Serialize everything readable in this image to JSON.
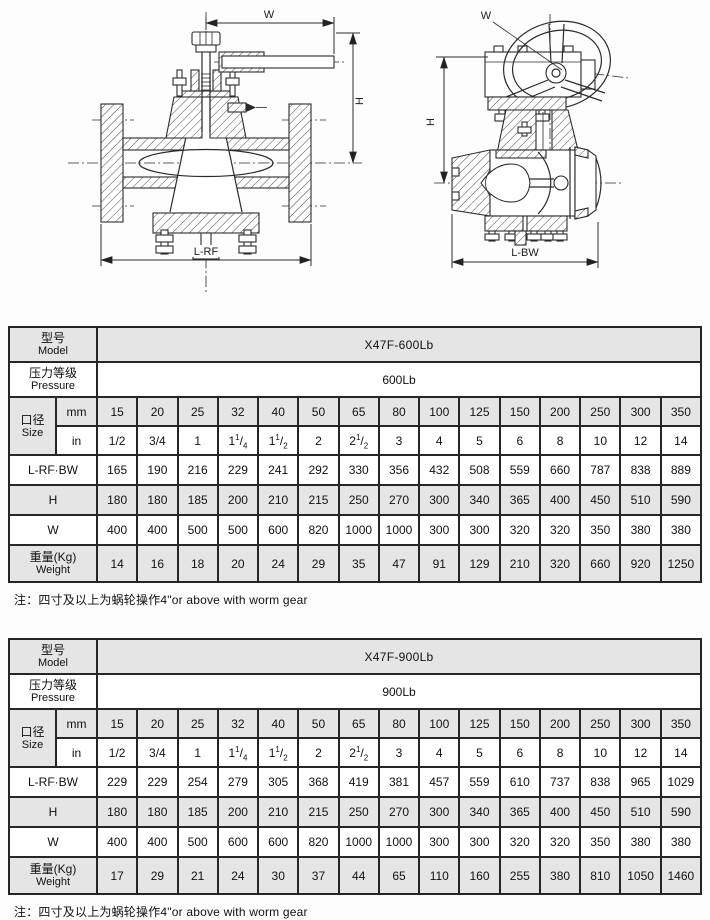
{
  "drawings": {
    "left": {
      "w_label": "W",
      "h_label": "H",
      "length_label": "L-RF"
    },
    "right": {
      "w_label": "W",
      "h_label": "H",
      "length_label": "L-BW"
    }
  },
  "labels": {
    "model_cn": "型号",
    "model_en": "Model",
    "pressure_cn": "压力等级",
    "pressure_en": "Pressure",
    "size_cn": "口径",
    "size_en": "Size",
    "unit_mm": "mm",
    "unit_in": "in",
    "row_length": "L-RF·BW",
    "row_h": "H",
    "row_w": "W",
    "weight_cn": "重量(Kg)",
    "weight_en": "Weight"
  },
  "sizes_mm": [
    "15",
    "20",
    "25",
    "32",
    "40",
    "50",
    "65",
    "80",
    "100",
    "125",
    "150",
    "200",
    "250",
    "300",
    "350"
  ],
  "sizes_in": [
    "1/2",
    "3/4",
    "1",
    "1|1/4",
    "1|1/2",
    "2",
    "2|1/2",
    "3",
    "4",
    "5",
    "6",
    "8",
    "10",
    "12",
    "14"
  ],
  "tables": [
    {
      "model": "X47F-600Lb",
      "pressure": "600Lb",
      "length": [
        "165",
        "190",
        "216",
        "229",
        "241",
        "292",
        "330",
        "356",
        "432",
        "508",
        "559",
        "660",
        "787",
        "838",
        "889"
      ],
      "h": [
        "180",
        "180",
        "185",
        "200",
        "210",
        "215",
        "250",
        "270",
        "300",
        "340",
        "365",
        "400",
        "450",
        "510",
        "590"
      ],
      "w": [
        "400",
        "400",
        "500",
        "500",
        "600",
        "820",
        "1000",
        "1000",
        "300",
        "300",
        "320",
        "320",
        "350",
        "380",
        "380"
      ],
      "weight": [
        "14",
        "16",
        "18",
        "20",
        "24",
        "29",
        "35",
        "47",
        "91",
        "129",
        "210",
        "320",
        "660",
        "920",
        "1250"
      ],
      "note": "注：四寸及以上为蜗轮操作4\"or above with worm gear"
    },
    {
      "model": "X47F-900Lb",
      "pressure": "900Lb",
      "length": [
        "229",
        "229",
        "254",
        "279",
        "305",
        "368",
        "419",
        "381",
        "457",
        "559",
        "610",
        "737",
        "838",
        "965",
        "1029"
      ],
      "h": [
        "180",
        "180",
        "185",
        "200",
        "210",
        "215",
        "250",
        "270",
        "300",
        "340",
        "365",
        "400",
        "450",
        "510",
        "590"
      ],
      "w": [
        "400",
        "400",
        "500",
        "600",
        "600",
        "820",
        "1000",
        "1000",
        "300",
        "300",
        "320",
        "320",
        "350",
        "380",
        "380"
      ],
      "weight": [
        "17",
        "29",
        "21",
        "24",
        "30",
        "37",
        "44",
        "65",
        "110",
        "160",
        "255",
        "380",
        "810",
        "1050",
        "1460"
      ],
      "note": "注：四寸及以上为蜗轮操作4\"or above with worm gear"
    }
  ],
  "colors": {
    "row_gray": "#e5e5e5",
    "border": "#262626",
    "line": "#2b2b2b"
  }
}
